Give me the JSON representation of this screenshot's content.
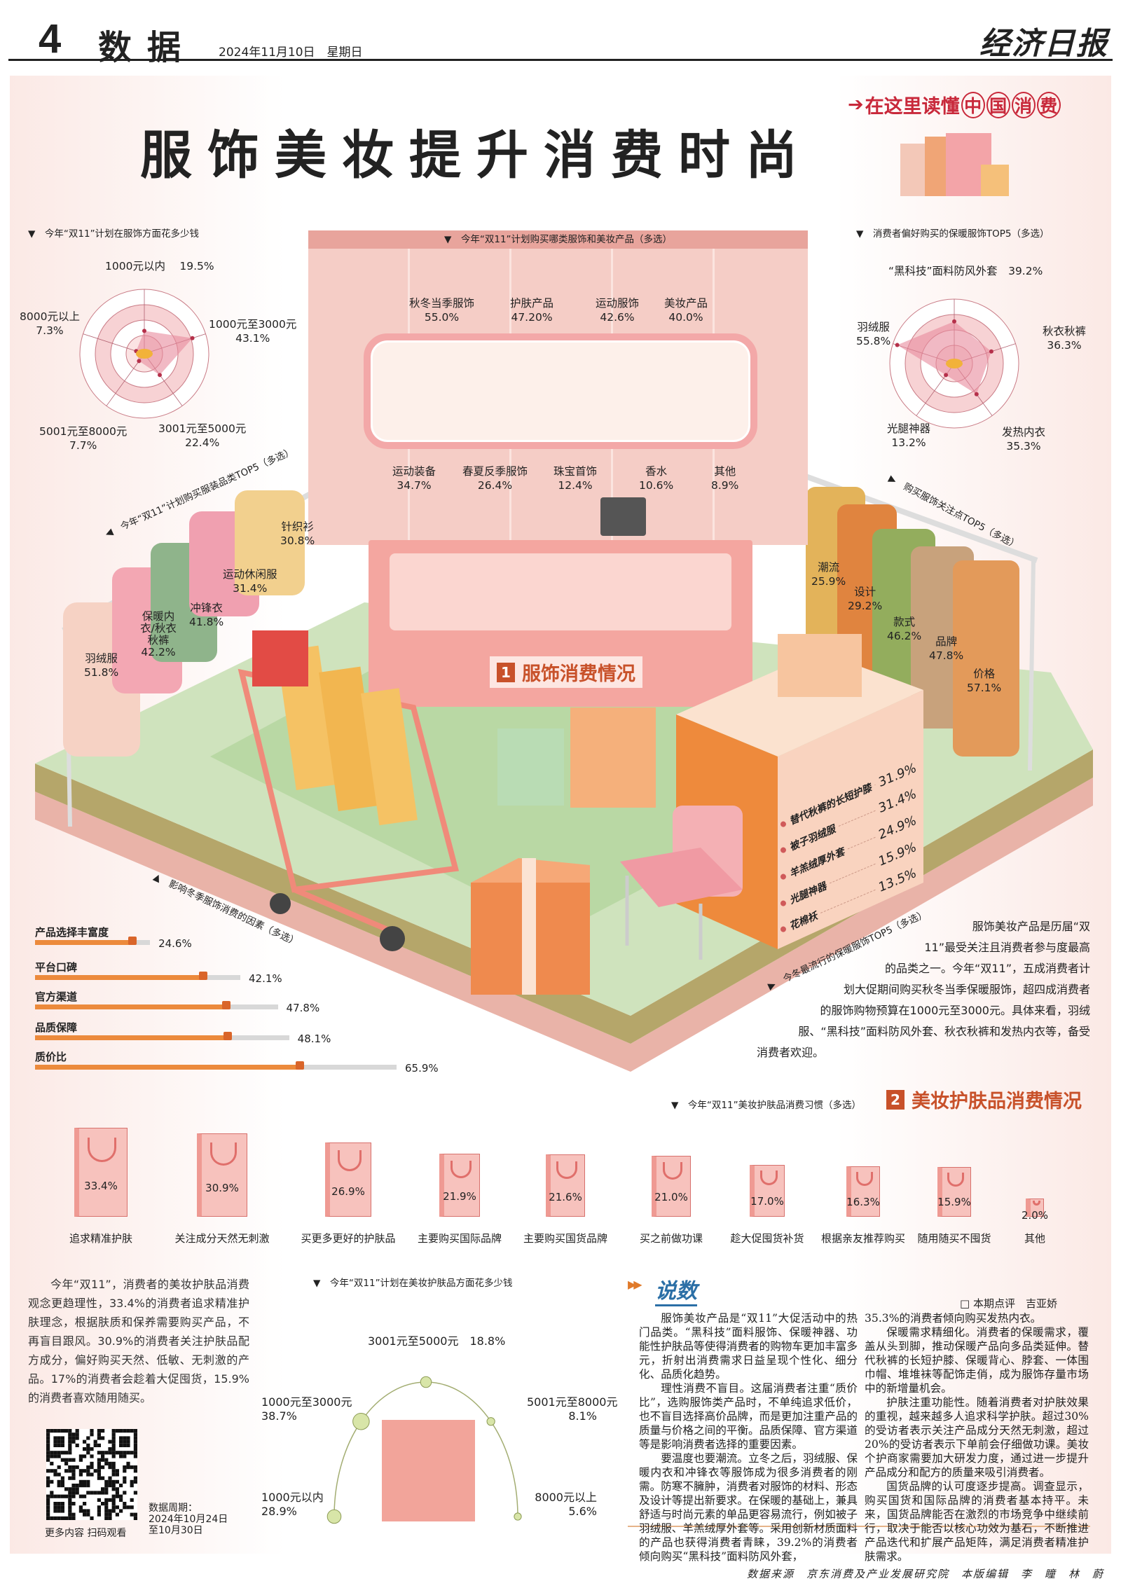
{
  "header": {
    "page_num": "4",
    "section": "数据",
    "date": "2024年11月10日　星期日",
    "logo": "经济日报"
  },
  "title": "服饰美妆提升消费时尚",
  "slogan": {
    "prefix": "在这里读懂",
    "circled": [
      "中",
      "国",
      "消",
      "费"
    ]
  },
  "section1": {
    "num": "1",
    "text": "服饰消费情况"
  },
  "section2": {
    "num": "2",
    "text": "美妆护肤品消费情况"
  },
  "intro": {
    "lines": [
      "服饰美妆产品是历届“双",
      "11”最受关注且消费者参与度最高",
      "的品类之一。今年“双11”，五成消费者计",
      "划大促期间购买秋冬当季保暖服饰，超四成消费者",
      "的服饰购物预算在1000元至3000元。具体来看，羽绒",
      "服、“黑科技”面料防风外套、秋衣秋裤和发热内衣等，备受",
      "消费者欢迎。"
    ]
  },
  "beauty_para": "今年“双11”，消费者的美妆护肤品消费观念更趋理性，33.4%的消费者追求精准护肤理念，根据肤质和保养需要购买产品，不再盲目跟风。30.9%的消费者关注护肤品配方成分，偏好购买天然、低敏、无刺激的产品。17%的消费者会趁着大促囤货，15.9%的消费者喜欢随用随买。",
  "qr": {
    "caption": "更多内容 扫码观看"
  },
  "period": {
    "label": "数据周期：",
    "start": "2024年10月24日",
    "end": "至10月30日"
  },
  "commentary": {
    "title": "说数",
    "byline": "□ 本期点评　吉亚娇",
    "col1": [
      "服饰美妆产品是“双11”大促活动中的热门品类。“黑科技”面料服饰、保暖神器、功能性护肤品等使得消费者的购物车更加丰富多元，折射出消费需求日益呈现个性化、细分化、品质化趋势。",
      "理性消费不盲目。这届消费者注重“质价比”，选购服饰类产品时，不单纯追求低价，也不盲目选择高价品牌，而是更加注重产品的质量与价格之间的平衡。品质保障、官方渠道等是影响消费者选择的重要因素。",
      "要温度也要潮流。立冬之后，羽绒服、保暖内衣和冲锋衣等服饰成为很多消费者的刚需。防寒不臃肿，消费者对服饰的材料、形态及设计等提出新要求。在保暖的基础上，兼具舒适与时尚元素的单品更容易流行，例如被子羽绒服、羊羔绒厚外套等。采用创新材质面料的产品也获得消费者青睐，39.2%的消费者倾向购买“黑科技”面料防风外套，"
    ],
    "col2_cont": "35.3%的消费者倾向购买发热内衣。",
    "col2": [
      "保暖需求精细化。消费者的保暖需求，覆盖从头到脚，推动保暖产品向多品类延伸。替代秋裤的长短护膝、保暖背心、脖套、一体围巾帽、堆堆袜等配饰走俏，成为服饰存量市场中的新增量机会。",
      "护肤注重功能性。随着消费者对护肤效果的重视，越来越多人追求科学护肤。超过30%的受访者表示关注产品成分天然无刺激，超过20%的受访者表示下单前会仔细做功课。美妆个护商家需要加大研发力度，通过进一步提升产品成分和配方的质量来吸引消费者。",
      "国货品牌的认可度逐步提高。调查显示，购买国货和国际品牌的消费者基本持平。未来，国货品牌能否在激烈的市场竞争中继续前行，取决于能否以核心功效为基石，不断推进产品迭代和扩展产品矩阵，满足消费者精准护肤需求。"
    ]
  },
  "footer": "数据来源　京东消费及产业发展研究院　本版编辑　李　瞳　林　蔚",
  "colors": {
    "accent": "#c8512a",
    "pink": "#f4a6a0",
    "green": "#c9dfb5",
    "orange": "#ec8a3c"
  },
  "chart_data": [
    {
      "type": "radar",
      "title": "今年“双11”计划在服饰方面花多少钱",
      "categories": [
        "1000元以内",
        "1000元至3000元",
        "3001元至5000元",
        "5001元至8000元",
        "8000元以上"
      ],
      "values": [
        19.5,
        43.1,
        22.4,
        7.7,
        7.3
      ],
      "labels": [
        "19.5%",
        "43.1%",
        "22.4%",
        "7.7%",
        "7.3%"
      ],
      "unit": "%",
      "range": [
        0,
        55
      ]
    },
    {
      "type": "table",
      "title": "今年“双11”计划购买哪类服饰和美妆产品（多选）",
      "categories": [
        "秋冬当季服饰",
        "护肤产品",
        "运动服饰",
        "美妆产品",
        "运动装备",
        "春夏反季服饰",
        "珠宝首饰",
        "香水",
        "其他"
      ],
      "values": [
        55.0,
        47.2,
        42.6,
        40.0,
        34.7,
        26.4,
        12.4,
        10.6,
        8.9
      ],
      "labels": [
        "55.0%",
        "47.20%",
        "42.6%",
        "40.0%",
        "34.7%",
        "26.4%",
        "12.4%",
        "10.6%",
        "8.9%"
      ],
      "unit": "%"
    },
    {
      "type": "radar",
      "title": "消费者偏好购买的保暖服饰TOP5（多选）",
      "categories": [
        "“黑科技”面料防风外套",
        "秋衣秋裤",
        "发热内衣",
        "光腿神器",
        "羽绒服"
      ],
      "values": [
        39.2,
        36.3,
        35.3,
        13.2,
        55.8
      ],
      "labels": [
        "39.2%",
        "36.3%",
        "35.3%",
        "13.2%",
        "55.8%"
      ],
      "unit": "%",
      "range": [
        0,
        60
      ]
    },
    {
      "type": "table",
      "title": "今年“双11”计划购买服装品类TOP5（多选）",
      "categories": [
        "羽绒服",
        "保暖内衣/秋衣秋裤",
        "冲锋衣",
        "运动休闲服",
        "针织衫"
      ],
      "values": [
        51.8,
        42.2,
        41.8,
        31.4,
        30.8
      ],
      "labels": [
        "51.8%",
        "42.2%",
        "41.8%",
        "31.4%",
        "30.8%"
      ],
      "unit": "%"
    },
    {
      "type": "table",
      "title": "购买服饰关注点TOP5（多选）",
      "categories": [
        "潮流",
        "设计",
        "款式",
        "品牌",
        "价格"
      ],
      "values": [
        25.9,
        29.2,
        46.2,
        47.8,
        57.1
      ],
      "labels": [
        "25.9%",
        "29.2%",
        "46.2%",
        "47.8%",
        "57.1%"
      ],
      "unit": "%"
    },
    {
      "type": "bar",
      "title": "影响冬季服饰消费的因素（多选）",
      "categories": [
        "产品选择丰富度",
        "平台口碑",
        "官方渠道",
        "品质保障",
        "质价比"
      ],
      "values": [
        24.6,
        42.1,
        47.8,
        48.1,
        65.9
      ],
      "labels": [
        "24.6%",
        "42.1%",
        "47.8%",
        "48.1%",
        "65.9%"
      ],
      "unit": "%",
      "orientation": "horizontal"
    },
    {
      "type": "table",
      "title": "今冬最流行的保暖服饰TOP5（多选）",
      "categories": [
        "替代秋裤的长短护膝",
        "被子羽绒服",
        "羊羔绒厚外套",
        "光腿神器",
        "花棉袄"
      ],
      "values": [
        31.9,
        31.4,
        24.9,
        15.9,
        13.5
      ],
      "labels": [
        "31.9%",
        "31.4%",
        "24.9%",
        "15.9%",
        "13.5%"
      ],
      "unit": "%"
    },
    {
      "type": "bar",
      "title": "今年“双11”美妆护肤品消费习惯（多选）",
      "categories": [
        "追求精准护肤",
        "关注成分天然无刺激",
        "买更多更好的护肤品",
        "主要购买国际品牌",
        "主要购买国货品牌",
        "买之前做功课",
        "趁大促囤货补货",
        "根据亲友推荐购买",
        "随用随买不囤货",
        "其他"
      ],
      "values": [
        33.4,
        30.9,
        26.9,
        21.9,
        21.6,
        21.0,
        17.0,
        16.3,
        15.9,
        2.0
      ],
      "labels": [
        "33.4%",
        "30.9%",
        "26.9%",
        "21.9%",
        "21.6%",
        "21.0%",
        "17.0%",
        "16.3%",
        "15.9%",
        "2.0%"
      ],
      "unit": "%"
    },
    {
      "type": "scatter",
      "title": "今年“双11”计划在美妆护肤品方面花多少钱",
      "categories": [
        "1000元以内",
        "1000元至3000元",
        "3001元至5000元",
        "5001元至8000元",
        "8000元以上"
      ],
      "values": [
        28.9,
        38.7,
        18.8,
        8.1,
        5.6
      ],
      "labels": [
        "28.9%",
        "38.7%",
        "18.8%",
        "8.1%",
        "5.6%"
      ],
      "unit": "%"
    }
  ]
}
